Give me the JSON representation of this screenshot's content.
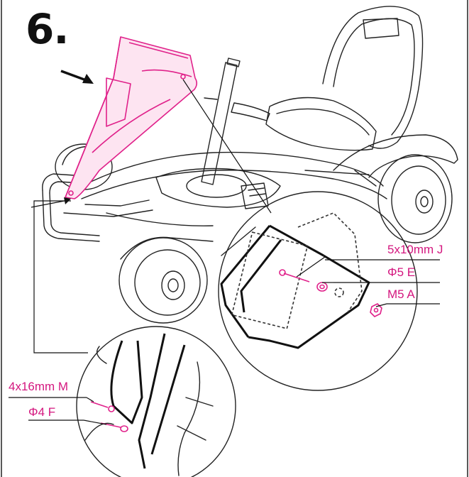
{
  "step": {
    "number": "6."
  },
  "detail_upper": {
    "labels": {
      "bolt": "5x10mm J",
      "washer": "Φ5 E",
      "nut": "M5 A"
    }
  },
  "detail_lower": {
    "labels": {
      "screw": "4x16mm M",
      "washer": "Φ4 F"
    }
  },
  "colors": {
    "highlight": "#e0218a",
    "line_art": "#222222"
  },
  "icons": {
    "pointer": "arrow-icon"
  }
}
